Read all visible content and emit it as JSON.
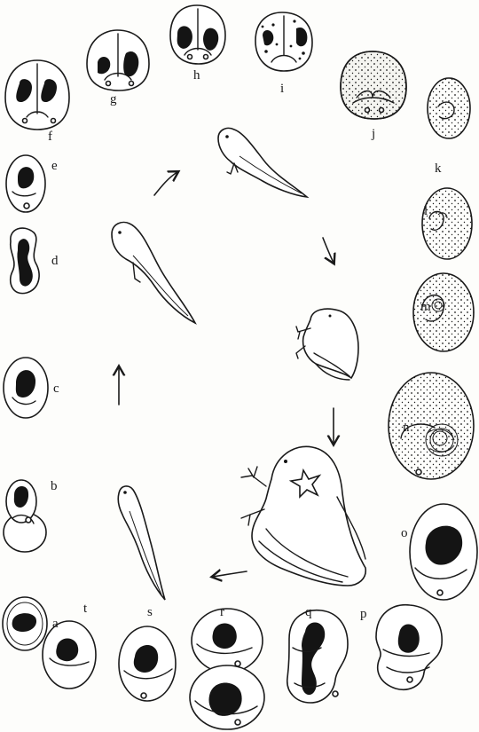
{
  "stages": [
    {
      "id": "a",
      "label": "a"
    },
    {
      "id": "b",
      "label": "b"
    },
    {
      "id": "c",
      "label": "c"
    },
    {
      "id": "d",
      "label": "d"
    },
    {
      "id": "e",
      "label": "e"
    },
    {
      "id": "f",
      "label": "f"
    },
    {
      "id": "g",
      "label": "g"
    },
    {
      "id": "h",
      "label": "h"
    },
    {
      "id": "i",
      "label": "i"
    },
    {
      "id": "j",
      "label": "j"
    },
    {
      "id": "k",
      "label": "k"
    },
    {
      "id": "l",
      "label": "l"
    },
    {
      "id": "m",
      "label": "m"
    },
    {
      "id": "n",
      "label": "n"
    },
    {
      "id": "o",
      "label": "o"
    },
    {
      "id": "p",
      "label": "p"
    },
    {
      "id": "q",
      "label": "q"
    },
    {
      "id": "r",
      "label": "r"
    },
    {
      "id": "s",
      "label": "s"
    },
    {
      "id": "t",
      "label": "t"
    }
  ],
  "colors": {
    "ink": "#141414",
    "paper": "#fdfdfb"
  }
}
